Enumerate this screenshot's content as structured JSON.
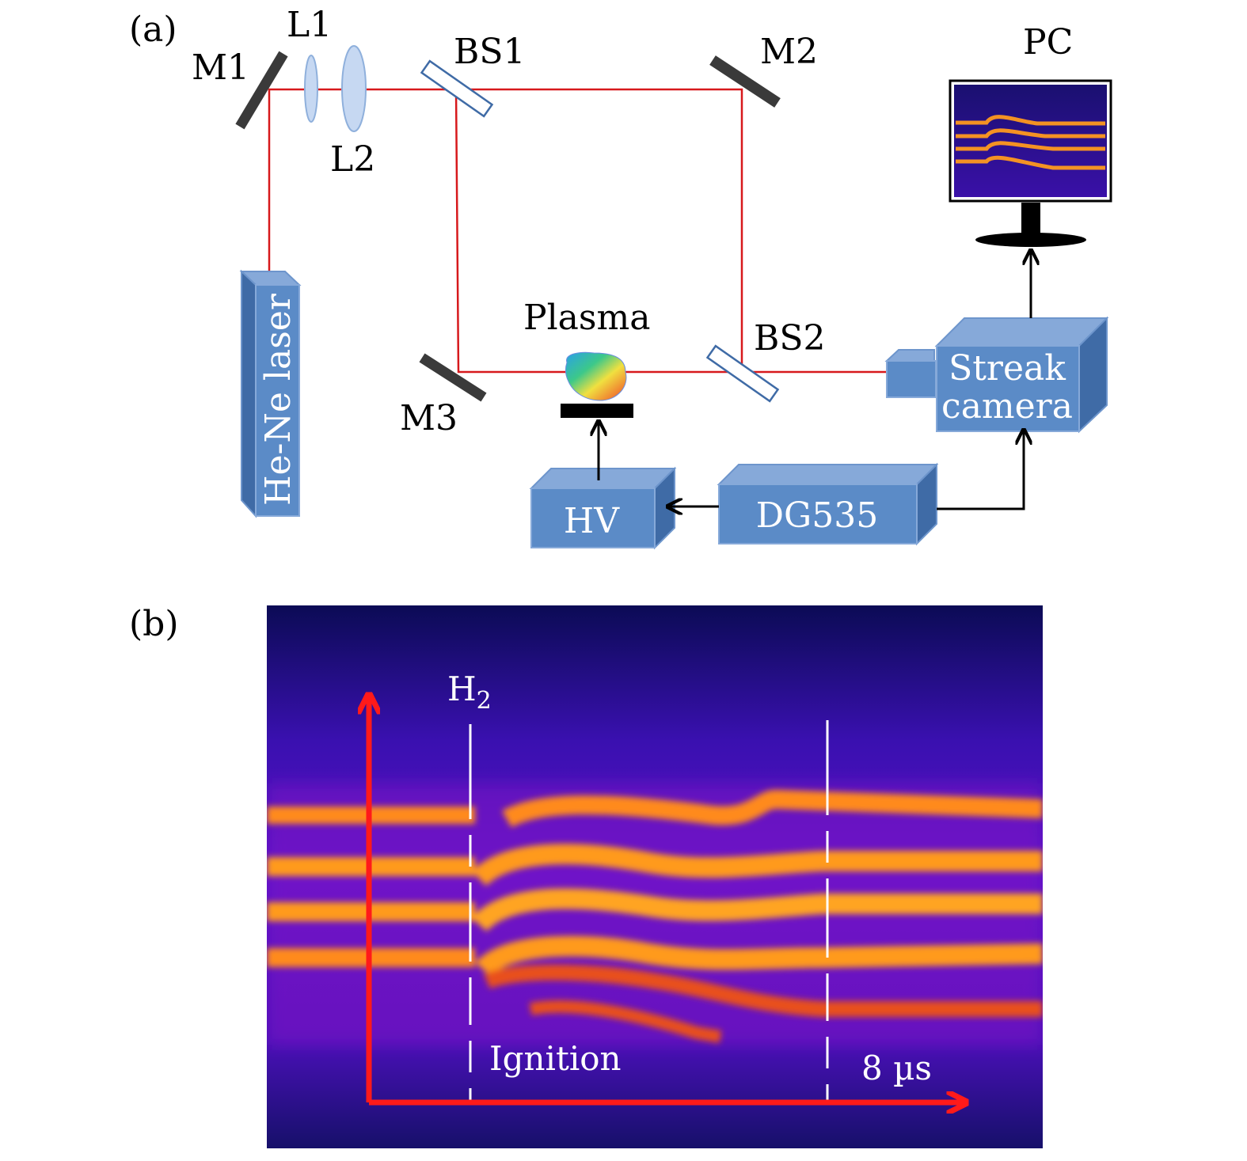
{
  "panel_a": {
    "label": "(a)",
    "components": {
      "m1": "M1",
      "l1": "L1",
      "l2": "L2",
      "bs1": "BS1",
      "m2": "M2",
      "m3": "M3",
      "bs2": "BS2",
      "pc": "PC",
      "plasma": "Plasma",
      "laser": "He-Ne laser",
      "streak_line1": "Streak",
      "streak_line2": "camera",
      "hv": "HV",
      "dg": "DG535"
    },
    "colors": {
      "beam": "#d7191c",
      "box_front": "#5b8bc7",
      "box_top": "#86a9d9",
      "box_side": "#3f6ba6",
      "mirror": "#3a3a3a"
    }
  },
  "panel_b": {
    "label": "(b)",
    "annotations": {
      "gas_base": "H",
      "gas_sub": "2",
      "event": "Ignition",
      "time": "8 µs"
    },
    "colors": {
      "background": "#2a0f8a",
      "fringe": "#ff8a1a",
      "axis": "#ff1a1a"
    }
  }
}
